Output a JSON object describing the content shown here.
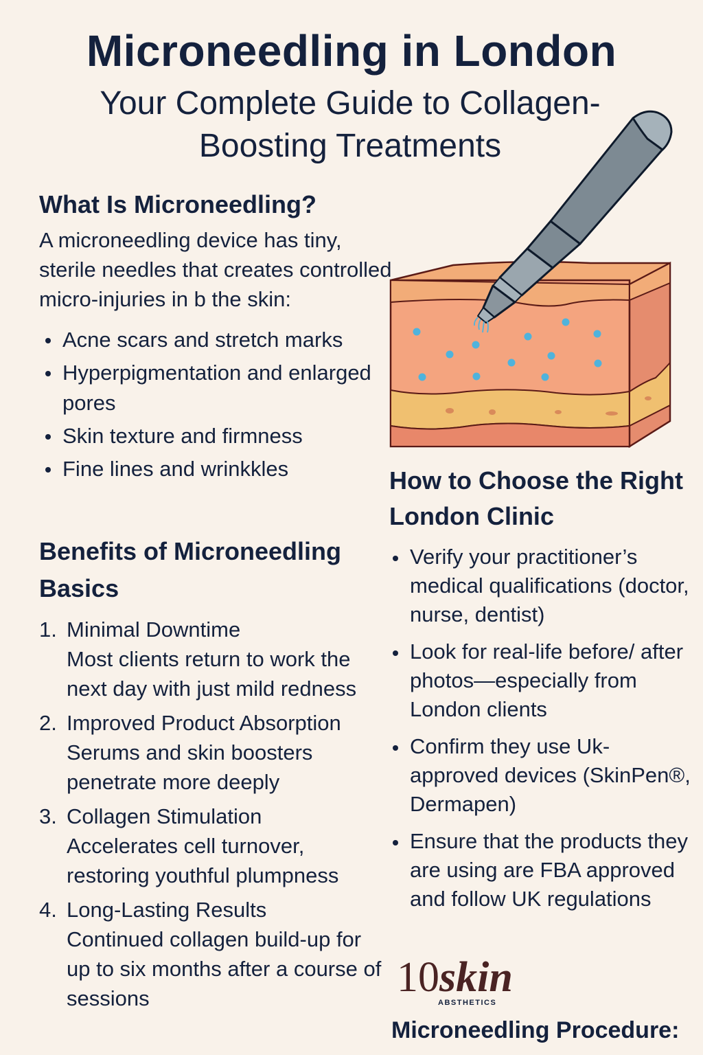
{
  "header": {
    "title": "Microneedling in London",
    "subtitle": "Your Complete Guide to Collagen-Boosting Treatments"
  },
  "what_is": {
    "heading": "What Is Microneedling?",
    "intro": "A microneedling device has tiny, sterile needles that creates controlled micro-injuries in b the skin:",
    "bullets": [
      "Acne scars and stretch marks",
      "Hyperpigmentation and enlarged pores",
      "Skin texture and firmness",
      "Fine lines and wrinkkles"
    ]
  },
  "benefits": {
    "heading": "Benefits of Microneedling Basics",
    "items": [
      {
        "num": "1.",
        "title": "Minimal Downtime",
        "desc": "Most clients return to work the next day with just mild redness"
      },
      {
        "num": "2.",
        "title": "Improved Product Absorption",
        "desc": "Serums and skin boosters penetrate more deeply"
      },
      {
        "num": "3.",
        "title": "Collagen Stimulation",
        "desc": "Accelerates cell turnover, restoring youthful plumpness"
      },
      {
        "num": "4.",
        "title": "Long-Lasting Results",
        "desc": "Continued collagen build-up for up to six months after a course of sessions"
      }
    ]
  },
  "clinic": {
    "heading": "How to Choose the Right London Clinic",
    "bullets": [
      "Verify your practitioner’s medical qualifications (doctor, nurse, dentist)",
      "Look for real-life before/ after photos—especially from London clients",
      "Confirm they use Uk-approved devices (SkinPen®, Dermapen)",
      "Ensure that the products they are using are FBA approved and follow UK regulations"
    ]
  },
  "logo": {
    "number": "10",
    "word": "skin",
    "tagline": "ABSTHETICS"
  },
  "procedure": {
    "heading": "Microneedling Procedure:"
  },
  "illustration": {
    "icon": "microneedling-pen-skin-layers-icon",
    "colors": {
      "pen_body": "#7d8a93",
      "pen_cap": "#a5b2ba",
      "outline": "#0e1a2b",
      "epidermis": "#f2ac78",
      "dermis": "#f4a47f",
      "fat_layer": "#f0c070",
      "base_layer": "#e8876a",
      "side_face": "#e58c6e",
      "dots": "#4fb3dc",
      "skin_outline": "#5a1a16"
    }
  }
}
